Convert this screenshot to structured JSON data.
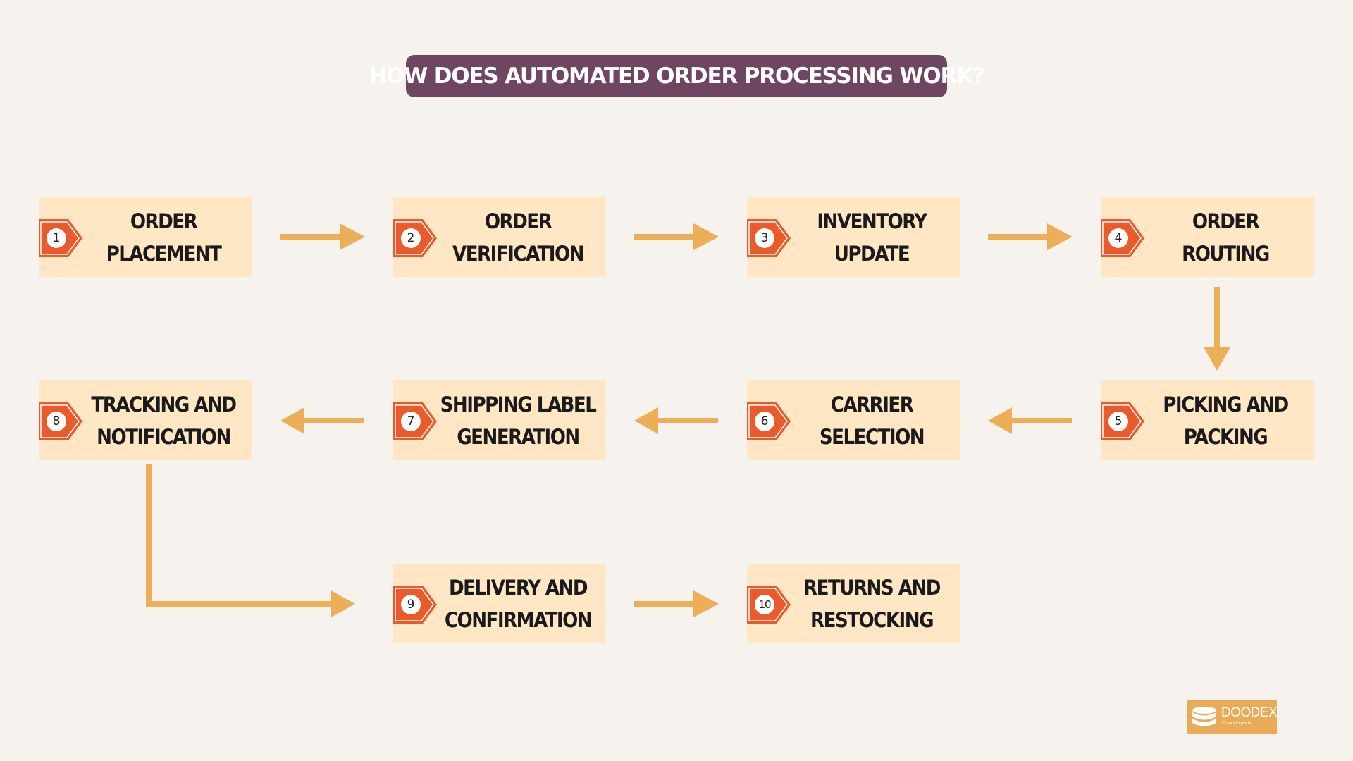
{
  "title": "How does Automated Order Processing work?",
  "colors": {
    "background": "#f6f2ed",
    "title_bg": "#6e4661",
    "box_fill": "#ffe6c4",
    "badge": "#ea5a2b",
    "arrow": "#edae58",
    "logo_bg": "#e9ab57"
  },
  "steps": [
    {
      "number": "1",
      "line1": "ORDER",
      "line2": "PLACEMENT"
    },
    {
      "number": "2",
      "line1": "ORDER",
      "line2": "VERIFICATION"
    },
    {
      "number": "3",
      "line1": "INVENTORY",
      "line2": "UPDATE"
    },
    {
      "number": "4",
      "line1": "ORDER",
      "line2": "ROUTING"
    },
    {
      "number": "5",
      "line1": "PICKING AND",
      "line2": "PACKING"
    },
    {
      "number": "6",
      "line1": "CARRIER",
      "line2": "SELECTION"
    },
    {
      "number": "7",
      "line1": "SHIPPING LABEL",
      "line2": "GENERATION"
    },
    {
      "number": "8",
      "line1": "TRACKING AND",
      "line2": "NOTIFICATION"
    },
    {
      "number": "9",
      "line1": "DELIVERY AND",
      "line2": "CONFIRMATION"
    },
    {
      "number": "10",
      "line1": "RETURNS AND",
      "line2": "RESTOCKING"
    }
  ],
  "logo": {
    "icon": "database-stack-icon",
    "name": "DOODEX",
    "tagline": "Odoo experts"
  }
}
